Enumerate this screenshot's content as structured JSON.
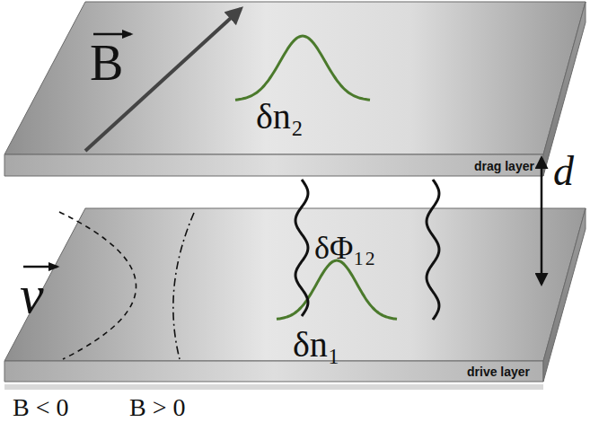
{
  "diagram": {
    "labels": [
      "B",
      "δn₂",
      "drag layer",
      "d",
      "δΦ₁₂",
      "v",
      "δn₁",
      "drive layer",
      "B < 0",
      "B > 0"
    ]
  }
}
